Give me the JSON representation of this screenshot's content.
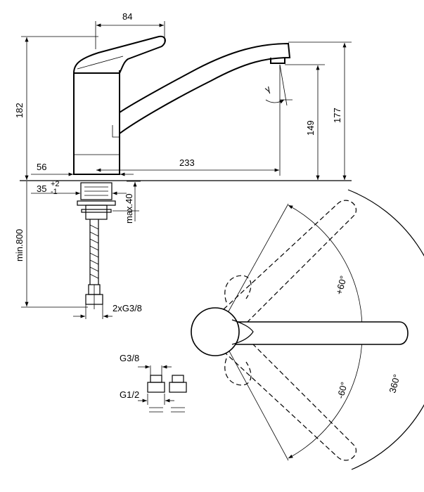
{
  "dimensions": {
    "top_width": "84",
    "total_height": "182",
    "spout_reach": "233",
    "spout_height": "149",
    "max_height": "177",
    "base_diameter": "56",
    "hole": "35",
    "hole_tol_plus": "+2",
    "hole_tol_minus": "-1",
    "deck_max": "max.40",
    "hose_min": "min.800",
    "hose_thread": "2xG3/8",
    "adapter_top": "G3/8",
    "adapter_bottom": "G1/2",
    "angle_gamma": "γ"
  },
  "rotation": {
    "plus": "+60°",
    "minus": "-60°",
    "full": "360°"
  }
}
